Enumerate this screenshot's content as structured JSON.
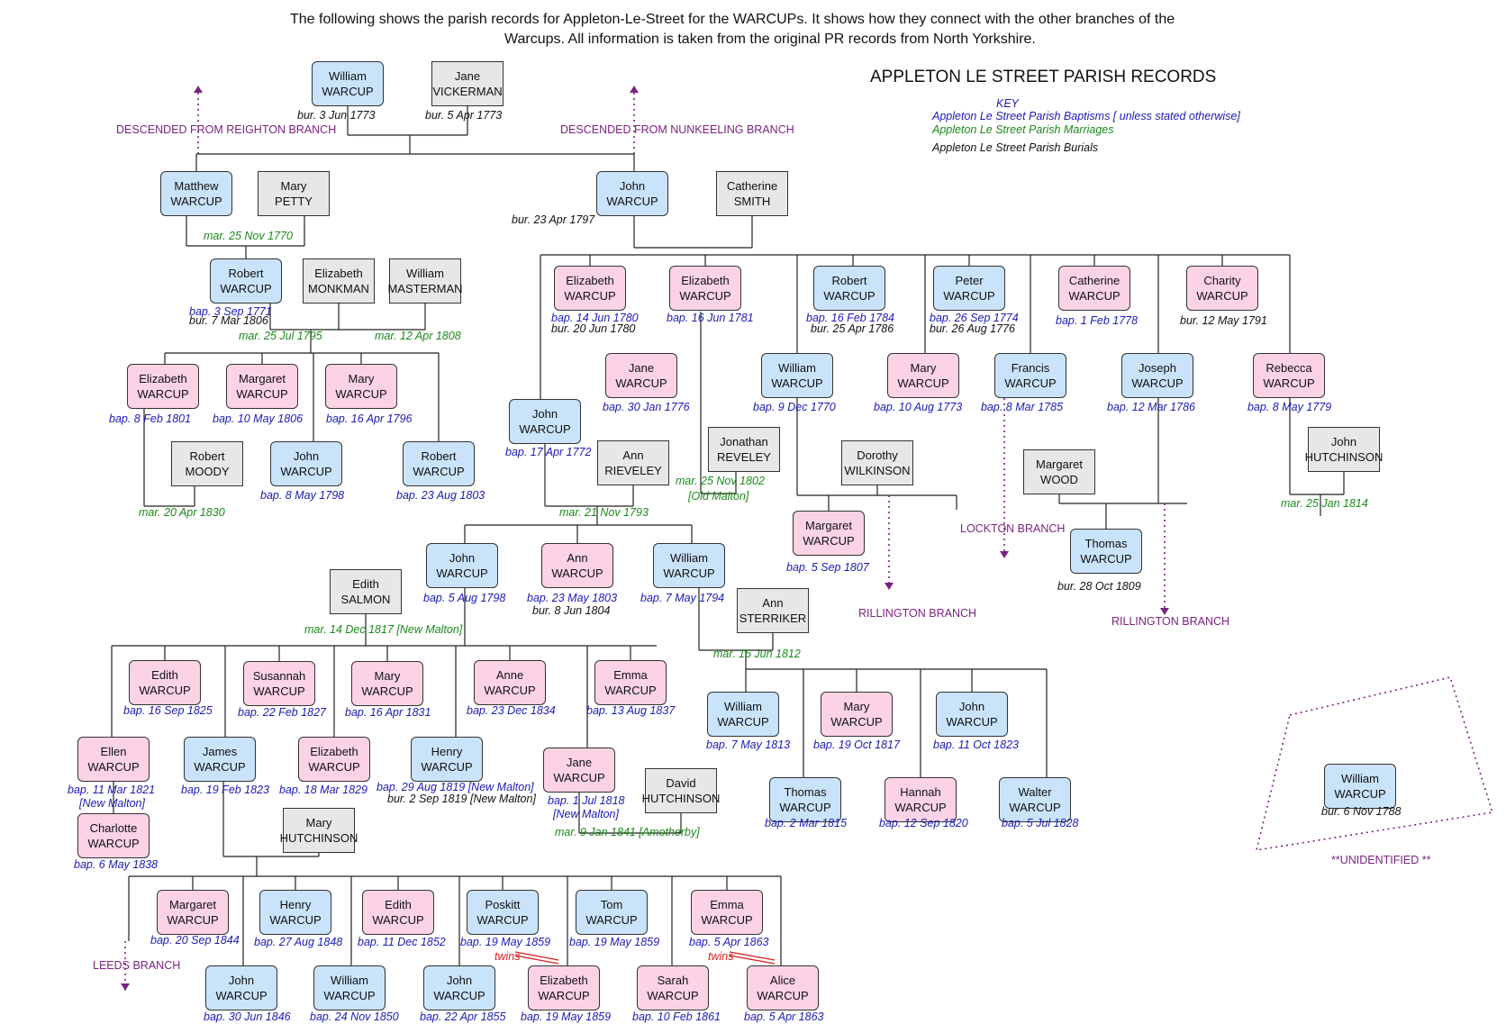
{
  "header": {
    "line1": "The following shows the parish records for Appleton-Le-Street for the WARCUPs. It shows how they connect with the other branches of the",
    "line2": "Warcups. All information is taken from the original PR records from North Yorkshire."
  },
  "title": "APPLETON LE STREET PARISH RECORDS",
  "key": {
    "heading": "KEY",
    "baptisms": "Appleton Le Street Parish Baptisms [ unless stated otherwise]",
    "marriages": "Appleton Le Street Parish Marriages",
    "burials": "Appleton Le Street Parish Burials"
  },
  "colors": {
    "male": "#c9e3fb",
    "female": "#fbd3e5",
    "spouse": "#e7e7e7",
    "baptism": "#1b1bb5",
    "marriage": "#1a8a1a",
    "branch": "#7b2380",
    "twins": "#d42020"
  },
  "people": {
    "william_1773": {
      "first": "William",
      "last": "WARCUP",
      "sex": "m"
    },
    "jane_vickerman": {
      "first": "Jane",
      "last": "VICKERMAN",
      "sex": "n"
    },
    "matthew": {
      "first": "Matthew",
      "last": "WARCUP",
      "sex": "m"
    },
    "mary_petty": {
      "first": "Mary",
      "last": "PETTY",
      "sex": "n"
    },
    "john_1797": {
      "first": "John",
      "last": "WARCUP",
      "sex": "m"
    },
    "catherine_smith": {
      "first": "Catherine",
      "last": "SMITH",
      "sex": "n"
    },
    "robert_1771": {
      "first": "Robert",
      "last": "WARCUP",
      "sex": "m"
    },
    "elizabeth_monkman": {
      "first": "Elizabeth",
      "last": "MONKMAN",
      "sex": "n"
    },
    "william_masterman": {
      "first": "William",
      "last": "MASTERMAN",
      "sex": "n"
    },
    "elizabeth_1801": {
      "first": "Elizabeth",
      "last": "WARCUP",
      "sex": "f"
    },
    "margaret_1806": {
      "first": "Margaret",
      "last": "WARCUP",
      "sex": "f"
    },
    "mary_1796": {
      "first": "Mary",
      "last": "WARCUP",
      "sex": "f"
    },
    "robert_moody": {
      "first": "Robert",
      "last": "MOODY",
      "sex": "n"
    },
    "john_1798a": {
      "first": "John",
      "last": "WARCUP",
      "sex": "m"
    },
    "robert_1803": {
      "first": "Robert",
      "last": "WARCUP",
      "sex": "m"
    },
    "elizabeth_1780": {
      "first": "Elizabeth",
      "last": "WARCUP",
      "sex": "f"
    },
    "elizabeth_1781": {
      "first": "Elizabeth",
      "last": "WARCUP",
      "sex": "f"
    },
    "robert_1784": {
      "first": "Robert",
      "last": "WARCUP",
      "sex": "m"
    },
    "peter_1774": {
      "first": "Peter",
      "last": "WARCUP",
      "sex": "m"
    },
    "catherine_1778": {
      "first": "Catherine",
      "last": "WARCUP",
      "sex": "f"
    },
    "charity_1791": {
      "first": "Charity",
      "last": "WARCUP",
      "sex": "f"
    },
    "jane_1776": {
      "first": "Jane",
      "last": "WARCUP",
      "sex": "f"
    },
    "william_1770": {
      "first": "William",
      "last": "WARCUP",
      "sex": "m"
    },
    "mary_1773": {
      "first": "Mary",
      "last": "WARCUP",
      "sex": "f"
    },
    "francis_1785": {
      "first": "Francis",
      "last": "WARCUP",
      "sex": "m"
    },
    "joseph_1786": {
      "first": "Joseph",
      "last": "WARCUP",
      "sex": "m"
    },
    "rebecca_1779": {
      "first": "Rebecca",
      "last": "WARCUP",
      "sex": "f"
    },
    "john_1772": {
      "first": "John",
      "last": "WARCUP",
      "sex": "m"
    },
    "ann_rieveley": {
      "first": "Ann",
      "last": "RIEVELEY",
      "sex": "n"
    },
    "jonathan_reveley": {
      "first": "Jonathan",
      "last": "REVELEY",
      "sex": "n"
    },
    "dorothy_wilkinson": {
      "first": "Dorothy",
      "last": "WILKINSON",
      "sex": "n"
    },
    "margaret_wood": {
      "first": "Margaret",
      "last": "WOOD",
      "sex": "n"
    },
    "john_hutchinson": {
      "first": "John",
      "last": "HUTCHINSON",
      "sex": "n"
    },
    "margaret_1807": {
      "first": "Margaret",
      "last": "WARCUP",
      "sex": "f"
    },
    "thomas_1809": {
      "first": "Thomas",
      "last": "WARCUP",
      "sex": "m"
    },
    "john_1798b": {
      "first": "John",
      "last": "WARCUP",
      "sex": "m"
    },
    "ann_1803": {
      "first": "Ann",
      "last": "WARCUP",
      "sex": "f"
    },
    "william_1794": {
      "first": "William",
      "last": "WARCUP",
      "sex": "m"
    },
    "edith_salmon": {
      "first": "Edith",
      "last": "SALMON",
      "sex": "n"
    },
    "ann_sterriker": {
      "first": "Ann",
      "last": "STERRIKER",
      "sex": "n"
    },
    "edith_1825": {
      "first": "Edith",
      "last": "WARCUP",
      "sex": "f"
    },
    "susannah_1827": {
      "first": "Susannah",
      "last": "WARCUP",
      "sex": "f"
    },
    "mary_1831": {
      "first": "Mary",
      "last": "WARCUP",
      "sex": "f"
    },
    "anne_1834": {
      "first": "Anne",
      "last": "WARCUP",
      "sex": "f"
    },
    "emma_1837": {
      "first": "Emma",
      "last": "WARCUP",
      "sex": "f"
    },
    "william_1813": {
      "first": "William",
      "last": "WARCUP",
      "sex": "m"
    },
    "mary_1817": {
      "first": "Mary",
      "last": "WARCUP",
      "sex": "f"
    },
    "john_1823": {
      "first": "John",
      "last": "WARCUP",
      "sex": "m"
    },
    "ellen_1821": {
      "first": "Ellen",
      "last": "WARCUP",
      "sex": "f"
    },
    "james_1823": {
      "first": "James",
      "last": "WARCUP",
      "sex": "m"
    },
    "elizabeth_1829": {
      "first": "Elizabeth",
      "last": "WARCUP",
      "sex": "f"
    },
    "henry_1819": {
      "first": "Henry",
      "last": "WARCUP",
      "sex": "m"
    },
    "jane_1818": {
      "first": "Jane",
      "last": "WARCUP",
      "sex": "f"
    },
    "david_hutchinson": {
      "first": "David",
      "last": "HUTCHINSON",
      "sex": "n"
    },
    "thomas_1815": {
      "first": "Thomas",
      "last": "WARCUP",
      "sex": "m"
    },
    "hannah_1820": {
      "first": "Hannah",
      "last": "WARCUP",
      "sex": "f"
    },
    "walter_1828": {
      "first": "Walter",
      "last": "WARCUP",
      "sex": "m"
    },
    "charlotte_1838": {
      "first": "Charlotte",
      "last": "WARCUP",
      "sex": "f"
    },
    "mary_hutchinson": {
      "first": "Mary",
      "last": "HUTCHINSON",
      "sex": "n"
    },
    "william_1788": {
      "first": "William",
      "last": "WARCUP",
      "sex": "m"
    },
    "margaret_1844": {
      "first": "Margaret",
      "last": "WARCUP",
      "sex": "f"
    },
    "henry_1848": {
      "first": "Henry",
      "last": "WARCUP",
      "sex": "m"
    },
    "edith_1852": {
      "first": "Edith",
      "last": "WARCUP",
      "sex": "f"
    },
    "poskitt_1859": {
      "first": "Poskitt",
      "last": "WARCUP",
      "sex": "m"
    },
    "tom_1859": {
      "first": "Tom",
      "last": "WARCUP",
      "sex": "m"
    },
    "emma_1863": {
      "first": "Emma",
      "last": "WARCUP",
      "sex": "f"
    },
    "john_1846": {
      "first": "John",
      "last": "WARCUP",
      "sex": "m"
    },
    "william_1850": {
      "first": "William",
      "last": "WARCUP",
      "sex": "m"
    },
    "john_1855": {
      "first": "John",
      "last": "WARCUP",
      "sex": "m"
    },
    "elizabeth_1859": {
      "first": "Elizabeth",
      "last": "WARCUP",
      "sex": "f"
    },
    "sarah_1861": {
      "first": "Sarah",
      "last": "WARCUP",
      "sex": "f"
    },
    "alice_1863": {
      "first": "Alice",
      "last": "WARCUP",
      "sex": "f"
    }
  },
  "notes": {
    "w1773_bur": "bur. 3 Jun 1773",
    "jv_bur": "bur. 5 Apr 1773",
    "j1797_bur": "bur. 23 Apr 1797",
    "mar_1770": "mar. 25 Nov 1770",
    "r1771_bap": "bap. 3 Sep 1771",
    "r1771_bur": "bur. 7 Mar 1806",
    "mar_1795": "mar. 25 Jul 1795",
    "mar_1808": "mar. 12 Apr 1808",
    "e1801_bap": "bap. 8 Feb 1801",
    "m1806_bap": "bap. 10 May 1806",
    "m1796_bap": "bap. 16 Apr 1796",
    "j1798a_bap": "bap. 8 May 1798",
    "r1803_bap": "bap. 23 Aug 1803",
    "mar_1830": "mar. 20 Apr 1830",
    "e1780_bap": "bap. 14 Jun 1780",
    "e1780_bur": "bur. 20 Jun 1780",
    "e1781_bap": "bap. 16 Jun 1781",
    "r1784_bap": "bap. 16 Feb 1784",
    "r1784_bur": "bur. 25 Apr 1786",
    "p1774_bap": "bap. 26 Sep 1774",
    "p1774_bur": "bur. 26 Aug 1776",
    "c1778_bap": "bap. 1 Feb 1778",
    "ch1791_bur": "bur. 12 May 1791",
    "j1776_bap": "bap. 30 Jan 1776",
    "w1770_bap": "bap. 9 Dec 1770",
    "m1773_bap": "bap. 10 Aug 1773",
    "f1785_bap": "bap. 8 Mar 1785",
    "jo1786_bap": "bap. 12 Mar 1786",
    "rb1779_bap": "bap. 8 May 1779",
    "j1772_bap": "bap. 17 Apr 1772",
    "mar_1802": "mar. 25 Nov 1802",
    "mar_1802_place": "[Old Malton]",
    "mar_1793": "mar. 21 Nov 1793",
    "mar_1814": "mar. 25 Jan 1814",
    "mg1807_bap": "bap. 5 Sep 1807",
    "t1809_bur": "bur. 28 Oct 1809",
    "j1798b_bap": "bap. 5 Aug 1798",
    "a1803_bap": "bap. 23 May 1803",
    "a1803_bur": "bur. 8 Jun 1804",
    "w1794_bap": "bap. 7 May 1794",
    "mar_1817": "mar. 14 Dec 1817 [New Malton]",
    "mar_1812": "mar. 16 Jun 1812",
    "ed1825_bap": "bap. 16 Sep 1825",
    "su1827_bap": "bap. 22 Feb 1827",
    "ma1831_bap": "bap. 16 Apr 1831",
    "an1834_bap": "bap. 23 Dec 1834",
    "em1837_bap": "bap. 13 Aug 1837",
    "w1813_bap": "bap. 7 May 1813",
    "ma1817_bap": "bap. 19 Oct 1817",
    "jo1823_bap": "bap. 11 Oct 1823",
    "el1821_bap": "bap. 11 Mar 1821",
    "el1821_place": "[New Malton]",
    "ja1823_bap": "bap. 19 Feb 1823",
    "eb1829_bap": "bap. 18 Mar 1829",
    "h1819_bap": "bap. 29 Aug 1819 [New Malton]",
    "h1819_bur": "bur. 2 Sep 1819 [New Malton]",
    "jn1818_bap": "bap. 1 Jul 1818",
    "jn1818_place": "[New Malton]",
    "mar_1841": "mar. 9 Jan 1841 [Amotherby]",
    "th1815_bap": "bap. 2 Mar 1815",
    "ha1820_bap": "bap. 12 Sep 1820",
    "wa1828_bap": "bap. 5 Jul 1828",
    "cl1838_bap": "bap. 6 May 1838",
    "w1788_bur": "bur. 6 Nov 1788",
    "mg1844_bap": "bap. 20 Sep 1844",
    "he1848_bap": "bap. 27 Aug 1848",
    "ed1852_bap": "bap. 11 Dec 1852",
    "po1859_bap": "bap. 19 May 1859",
    "to1859_bap": "bap. 19 May 1859",
    "em1863_bap": "bap. 5 Apr 1863",
    "jo1846_bap": "bap. 30 Jun 1846",
    "wi1850_bap": "bap. 24 Nov 1850",
    "jo1855_bap": "bap. 22 Apr 1855",
    "el1859_bap": "bap. 19 May 1859",
    "sa1861_bap": "bap. 10 Feb 1861",
    "al1863_bap": "bap. 5 Apr 1863",
    "twins1": "twins",
    "twins2": "twins"
  },
  "branches": {
    "reighton": "DESCENDED FROM REIGHTON BRANCH",
    "nunkeeling": "DESCENDED FROM NUNKEELING BRANCH",
    "lockton": "LOCKTON BRANCH",
    "rillington1": "RILLINGTON BRANCH",
    "rillington2": "RILLINGTON BRANCH",
    "leeds": "LEEDS BRANCH",
    "unidentified": "**UNIDENTIFIED **"
  }
}
